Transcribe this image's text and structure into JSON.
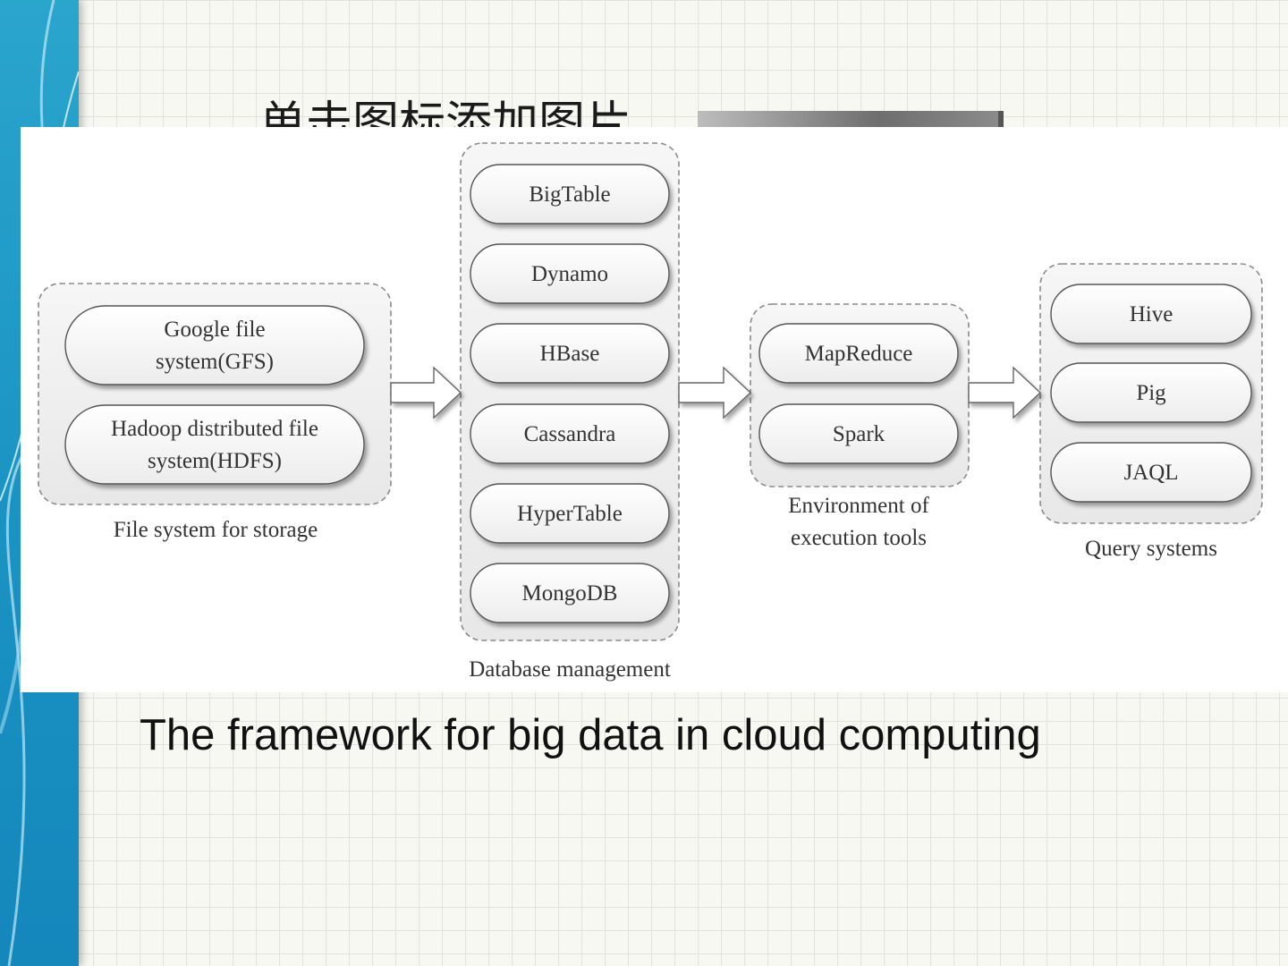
{
  "slide": {
    "title": "单击图标添加图片",
    "caption": "The framework for big data in cloud computing"
  },
  "diagram": {
    "groups": [
      {
        "id": "storage",
        "label": "File system for storage",
        "nodes": [
          {
            "lines": [
              "Google file",
              "system(GFS)"
            ]
          },
          {
            "lines": [
              "Hadoop distributed file",
              "system(HDFS)"
            ]
          }
        ]
      },
      {
        "id": "database",
        "label": "Database management",
        "nodes": [
          {
            "lines": [
              "BigTable"
            ]
          },
          {
            "lines": [
              "Dynamo"
            ]
          },
          {
            "lines": [
              "HBase"
            ]
          },
          {
            "lines": [
              "Cassandra"
            ]
          },
          {
            "lines": [
              "HyperTable"
            ]
          },
          {
            "lines": [
              "MongoDB"
            ]
          }
        ]
      },
      {
        "id": "execution",
        "label": "Environment of execution tools",
        "label_lines": [
          "Environment of",
          "execution tools"
        ],
        "nodes": [
          {
            "lines": [
              "MapReduce"
            ]
          },
          {
            "lines": [
              "Spark"
            ]
          }
        ]
      },
      {
        "id": "query",
        "label": "Query systems",
        "nodes": [
          {
            "lines": [
              "Hive"
            ]
          },
          {
            "lines": [
              "Pig"
            ]
          },
          {
            "lines": [
              "JAQL"
            ]
          }
        ]
      }
    ],
    "edges": [
      {
        "from": "storage",
        "to": "database"
      },
      {
        "from": "database",
        "to": "execution"
      },
      {
        "from": "execution",
        "to": "query"
      }
    ]
  }
}
